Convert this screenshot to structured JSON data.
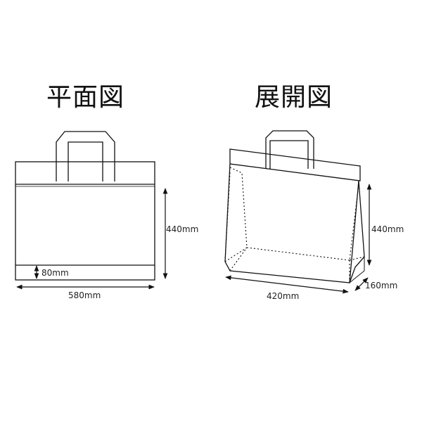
{
  "titles": {
    "plan": "平面図",
    "development": "展開図"
  },
  "plan_view": {
    "height_label": "440mm",
    "gusset_label": "80mm",
    "width_label": "580mm"
  },
  "development_view": {
    "height_label": "440mm",
    "width_label": "420mm",
    "depth_label": "160mm"
  },
  "colors": {
    "line": "#111111",
    "handle_fill": "#ffffff"
  }
}
